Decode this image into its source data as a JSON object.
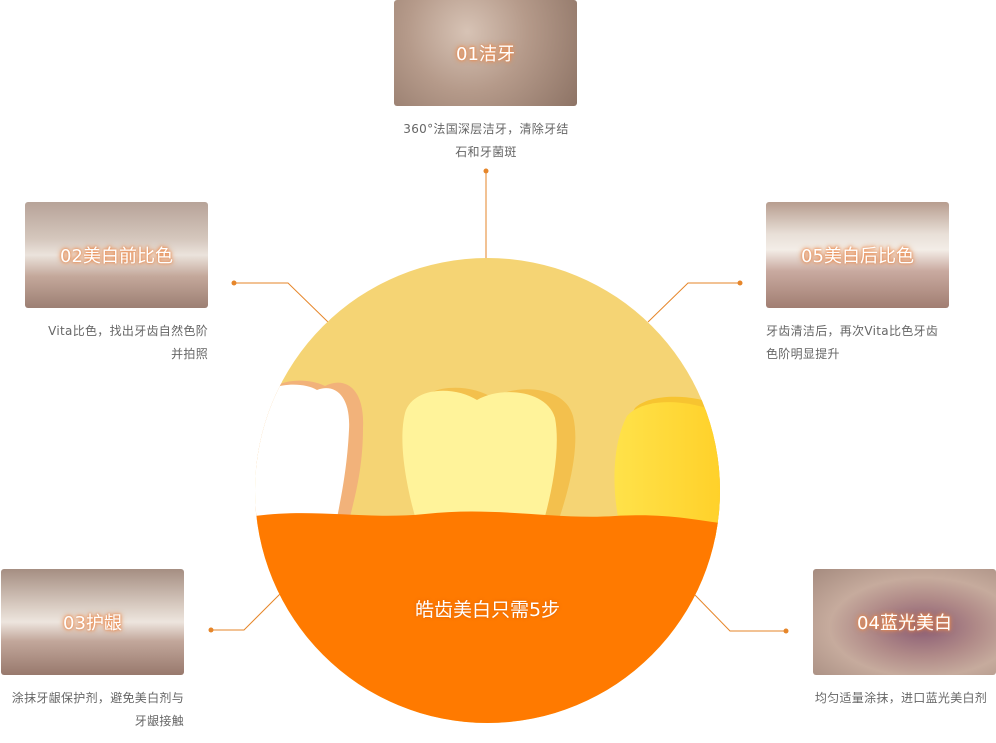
{
  "center": {
    "caption": "皓齿美白只需5步"
  },
  "steps": [
    {
      "id": "01",
      "title": "01洁牙",
      "desc": [
        "360°法国深层洁牙，清除牙结",
        "石和牙菌斑"
      ]
    },
    {
      "id": "02",
      "title": "02美白前比色",
      "desc": [
        "Vita比色，找出牙齿自然色阶",
        "并拍照"
      ]
    },
    {
      "id": "03",
      "title": "03护龈",
      "desc": [
        "涂抹牙龈保护剂，避免美白剂与",
        "牙龈接触"
      ]
    },
    {
      "id": "04",
      "title": "04蓝光美白",
      "desc": [
        "均匀适量涂抹，进口蓝光美白剂"
      ]
    },
    {
      "id": "05",
      "title": "05美白后比色",
      "desc": [
        "牙齿清洁后，再次Vita比色牙齿",
        "色阶明显提升"
      ]
    }
  ],
  "colors": {
    "accent_line": "#e6862a",
    "circle_top": "#f5d474",
    "circle_bottom": "#ff7a00",
    "title_glow": "#e98a4e"
  }
}
